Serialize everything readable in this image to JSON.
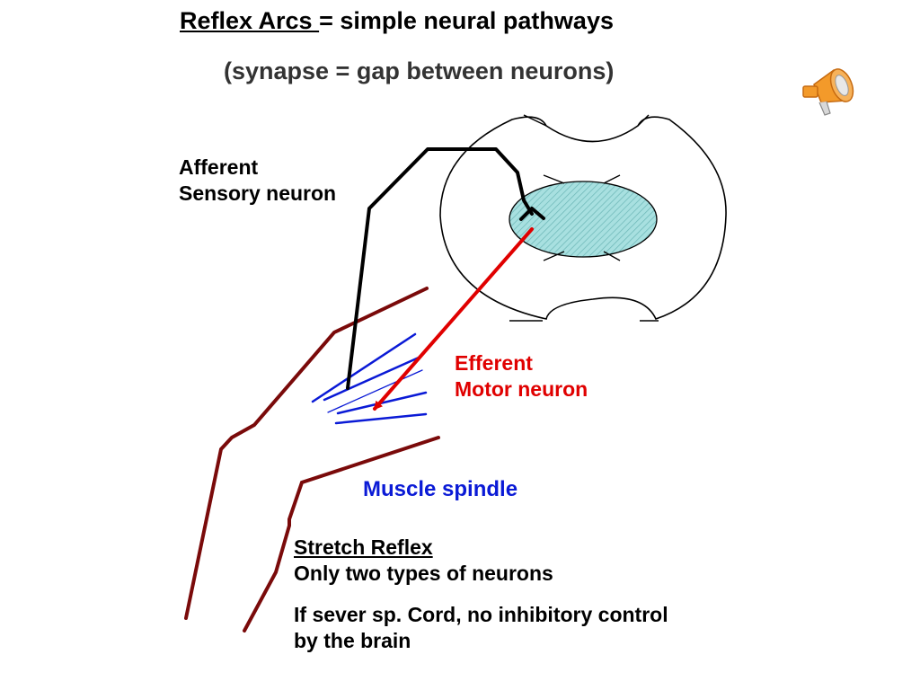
{
  "title": {
    "underlined": "Reflex Arcs ",
    "rest": "= simple neural pathways"
  },
  "subtitle": "(synapse = gap between neurons)",
  "afferent_label": [
    "Afferent",
    "Sensory neuron"
  ],
  "efferent_label": [
    "Efferent",
    "Motor neuron"
  ],
  "spindle_label": "Muscle spindle",
  "reflex_note": {
    "heading": "Stretch Reflex",
    "line": "Only two types of neurons"
  },
  "sever_note": [
    "If sever sp. Cord, no inhibitory control",
    "by the brain"
  ],
  "colors": {
    "efferent": "#e00000",
    "spindle": "#0a1ad6",
    "limb": "#7a0a0a",
    "gray_matter": "#a8e0e0"
  },
  "icons": [
    "speaker-icon"
  ]
}
